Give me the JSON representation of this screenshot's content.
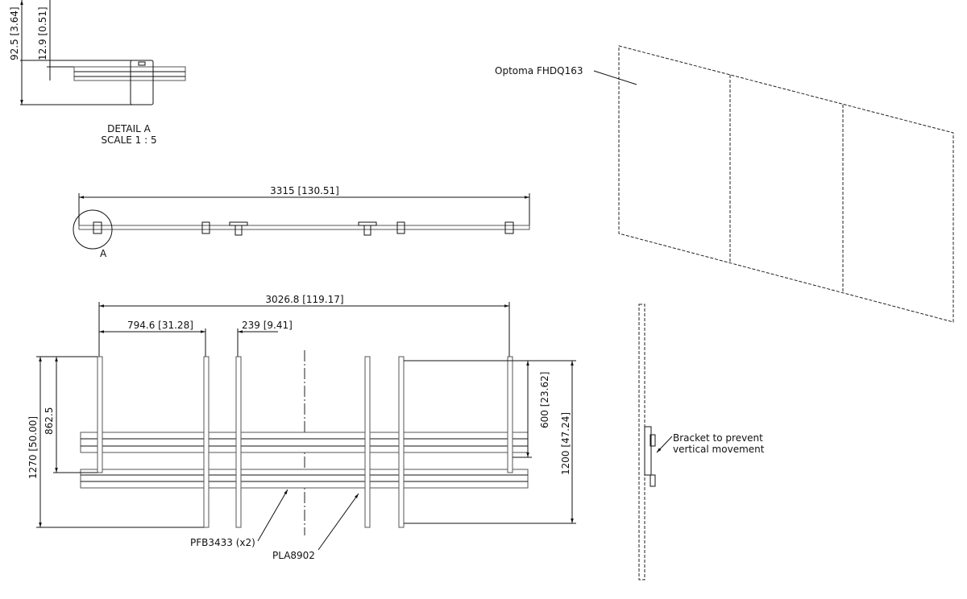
{
  "detail_a": {
    "dim_overall": "92.5 [3.64]",
    "dim_offset": "12.9 [0.51]",
    "title": "DETAIL A",
    "scale": "SCALE 1 : 5"
  },
  "top_view": {
    "dim_length": "3315 [130.51]",
    "detail_callout": "A"
  },
  "front_view": {
    "dim_width": "3026.8 [119.17]",
    "dim_spacing": "794.6 [31.28]",
    "dim_gap": "239 [9.41]",
    "dim_height_total": "1270 [50.00]",
    "dim_height_rail": "862.5",
    "dim_600": "600 [23.62]",
    "dim_1200": "1200 [47.24]",
    "label_rail": "PFB3433 (x2)",
    "label_bracket": "PLA8902"
  },
  "iso_view": {
    "display_label": "Optoma FHDQ163"
  },
  "side_view": {
    "note_line1": "Bracket to prevent",
    "note_line2": "vertical movement"
  }
}
